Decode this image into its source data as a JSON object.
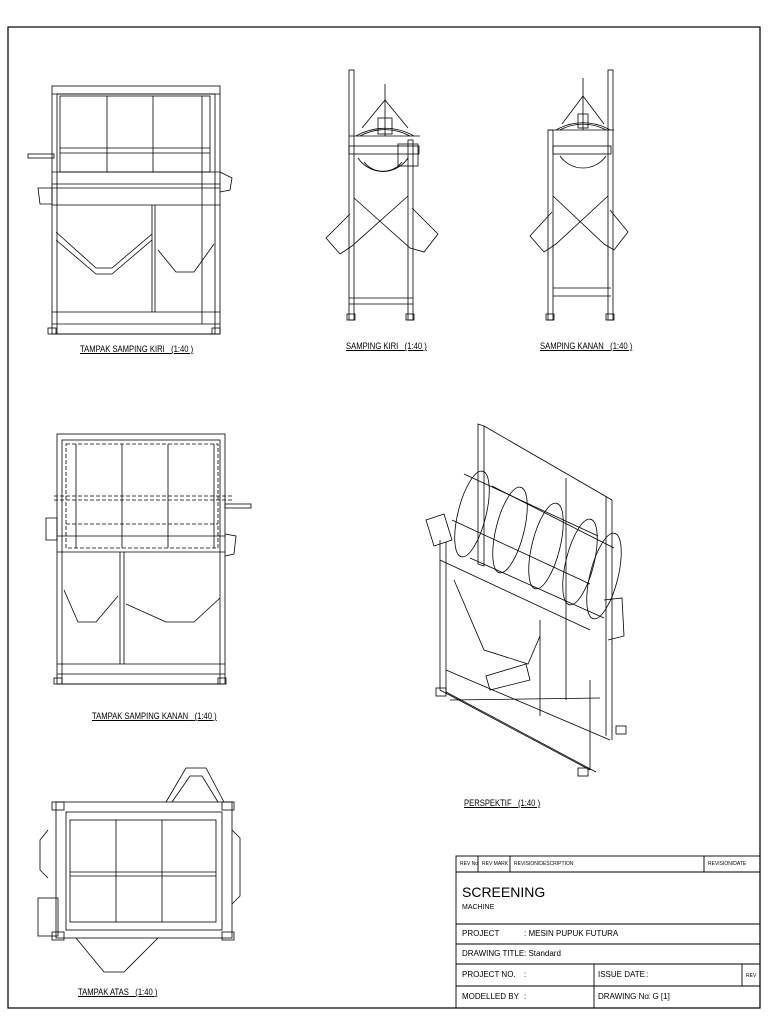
{
  "views": {
    "left_side": "TAMPAK SAMPING KIRI",
    "left_side_scale": "(1:40 )",
    "side_left": "SAMPING KIRI",
    "side_left_scale": "(1:40 )",
    "side_right": "SAMPING KANAN",
    "side_right_scale": "(1:40 )",
    "right_side": "TAMPAK SAMPING KANAN",
    "right_side_scale": "(1:40 )",
    "perspective": "PERSPEKTIF",
    "perspective_scale": "(1:40 )",
    "top": "TAMPAK ATAS",
    "top_scale": "(1:40 )"
  },
  "title_block": {
    "rev_no": "REV No",
    "rev_mark": "REV MARK",
    "revision_description": "REVISION/DESCRIPTION",
    "revision_date": "REVISION/DATE",
    "title": "SCREENING",
    "subtitle": "MACHINE",
    "project_label": "PROJECT",
    "project_value": ": MESIN PUPUK FUTURA",
    "drawing_title_label": "DRAWING TITLE",
    "drawing_title_value": ": Standard",
    "project_no_label": "PROJECT NO.",
    "project_no_value": ":",
    "issue_date_label": "ISSUE DATE",
    "issue_date_value": ":",
    "rev_label": "REV",
    "modelled_by_label": "MODELLED BY",
    "modelled_by_value": ":",
    "drawing_no_label": "DRAWING No",
    "drawing_no_value": ": G [1]"
  }
}
